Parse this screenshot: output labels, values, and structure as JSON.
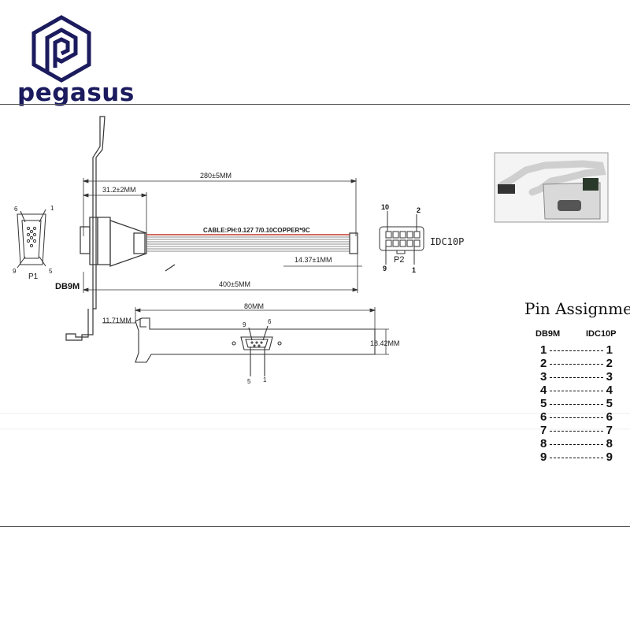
{
  "brand": {
    "name": "pegasus",
    "logo_icon": "hexagon-p-logo-icon"
  },
  "drawing": {
    "dim_top": "280±5MM",
    "dim_left": "31.2±2MM",
    "cable_label": "CABLE:PH:0.127  7/0.10COPPER*9C",
    "dim_idc_len": "14.37±1MM",
    "dim_overall": "400±5MM",
    "dim_bracket_width": "80MM",
    "dim_bracket_offset": "11.71MM",
    "dim_bracket_height": "18.42MM",
    "db9_label": "DB9M",
    "p1_label": "P1",
    "p1_pins": {
      "tl": "6",
      "tr": "1",
      "bl": "9",
      "br": "5"
    },
    "bracket_pins": {
      "top_left": "9",
      "top_right": "6",
      "bottom_left": "5",
      "bottom_right": "1"
    },
    "idc_label": "IDC10P",
    "p2_label": "P2",
    "p2_pins": {
      "tl": "10",
      "tr": "2",
      "bl": "9",
      "br": "1"
    }
  },
  "pin_assignment": {
    "title": "Pin Assignment",
    "col_left": "DB9M",
    "col_right": "IDC10P",
    "rows": [
      {
        "db9": "1",
        "idc": "1"
      },
      {
        "db9": "2",
        "idc": "2"
      },
      {
        "db9": "3",
        "idc": "3"
      },
      {
        "db9": "4",
        "idc": "4"
      },
      {
        "db9": "5",
        "idc": "5"
      },
      {
        "db9": "6",
        "idc": "6"
      },
      {
        "db9": "7",
        "idc": "7"
      },
      {
        "db9": "8",
        "idc": "8"
      },
      {
        "db9": "9",
        "idc": "9"
      }
    ]
  },
  "colors": {
    "brand": "#1b1b5e",
    "cable_red": "#c0392b"
  }
}
